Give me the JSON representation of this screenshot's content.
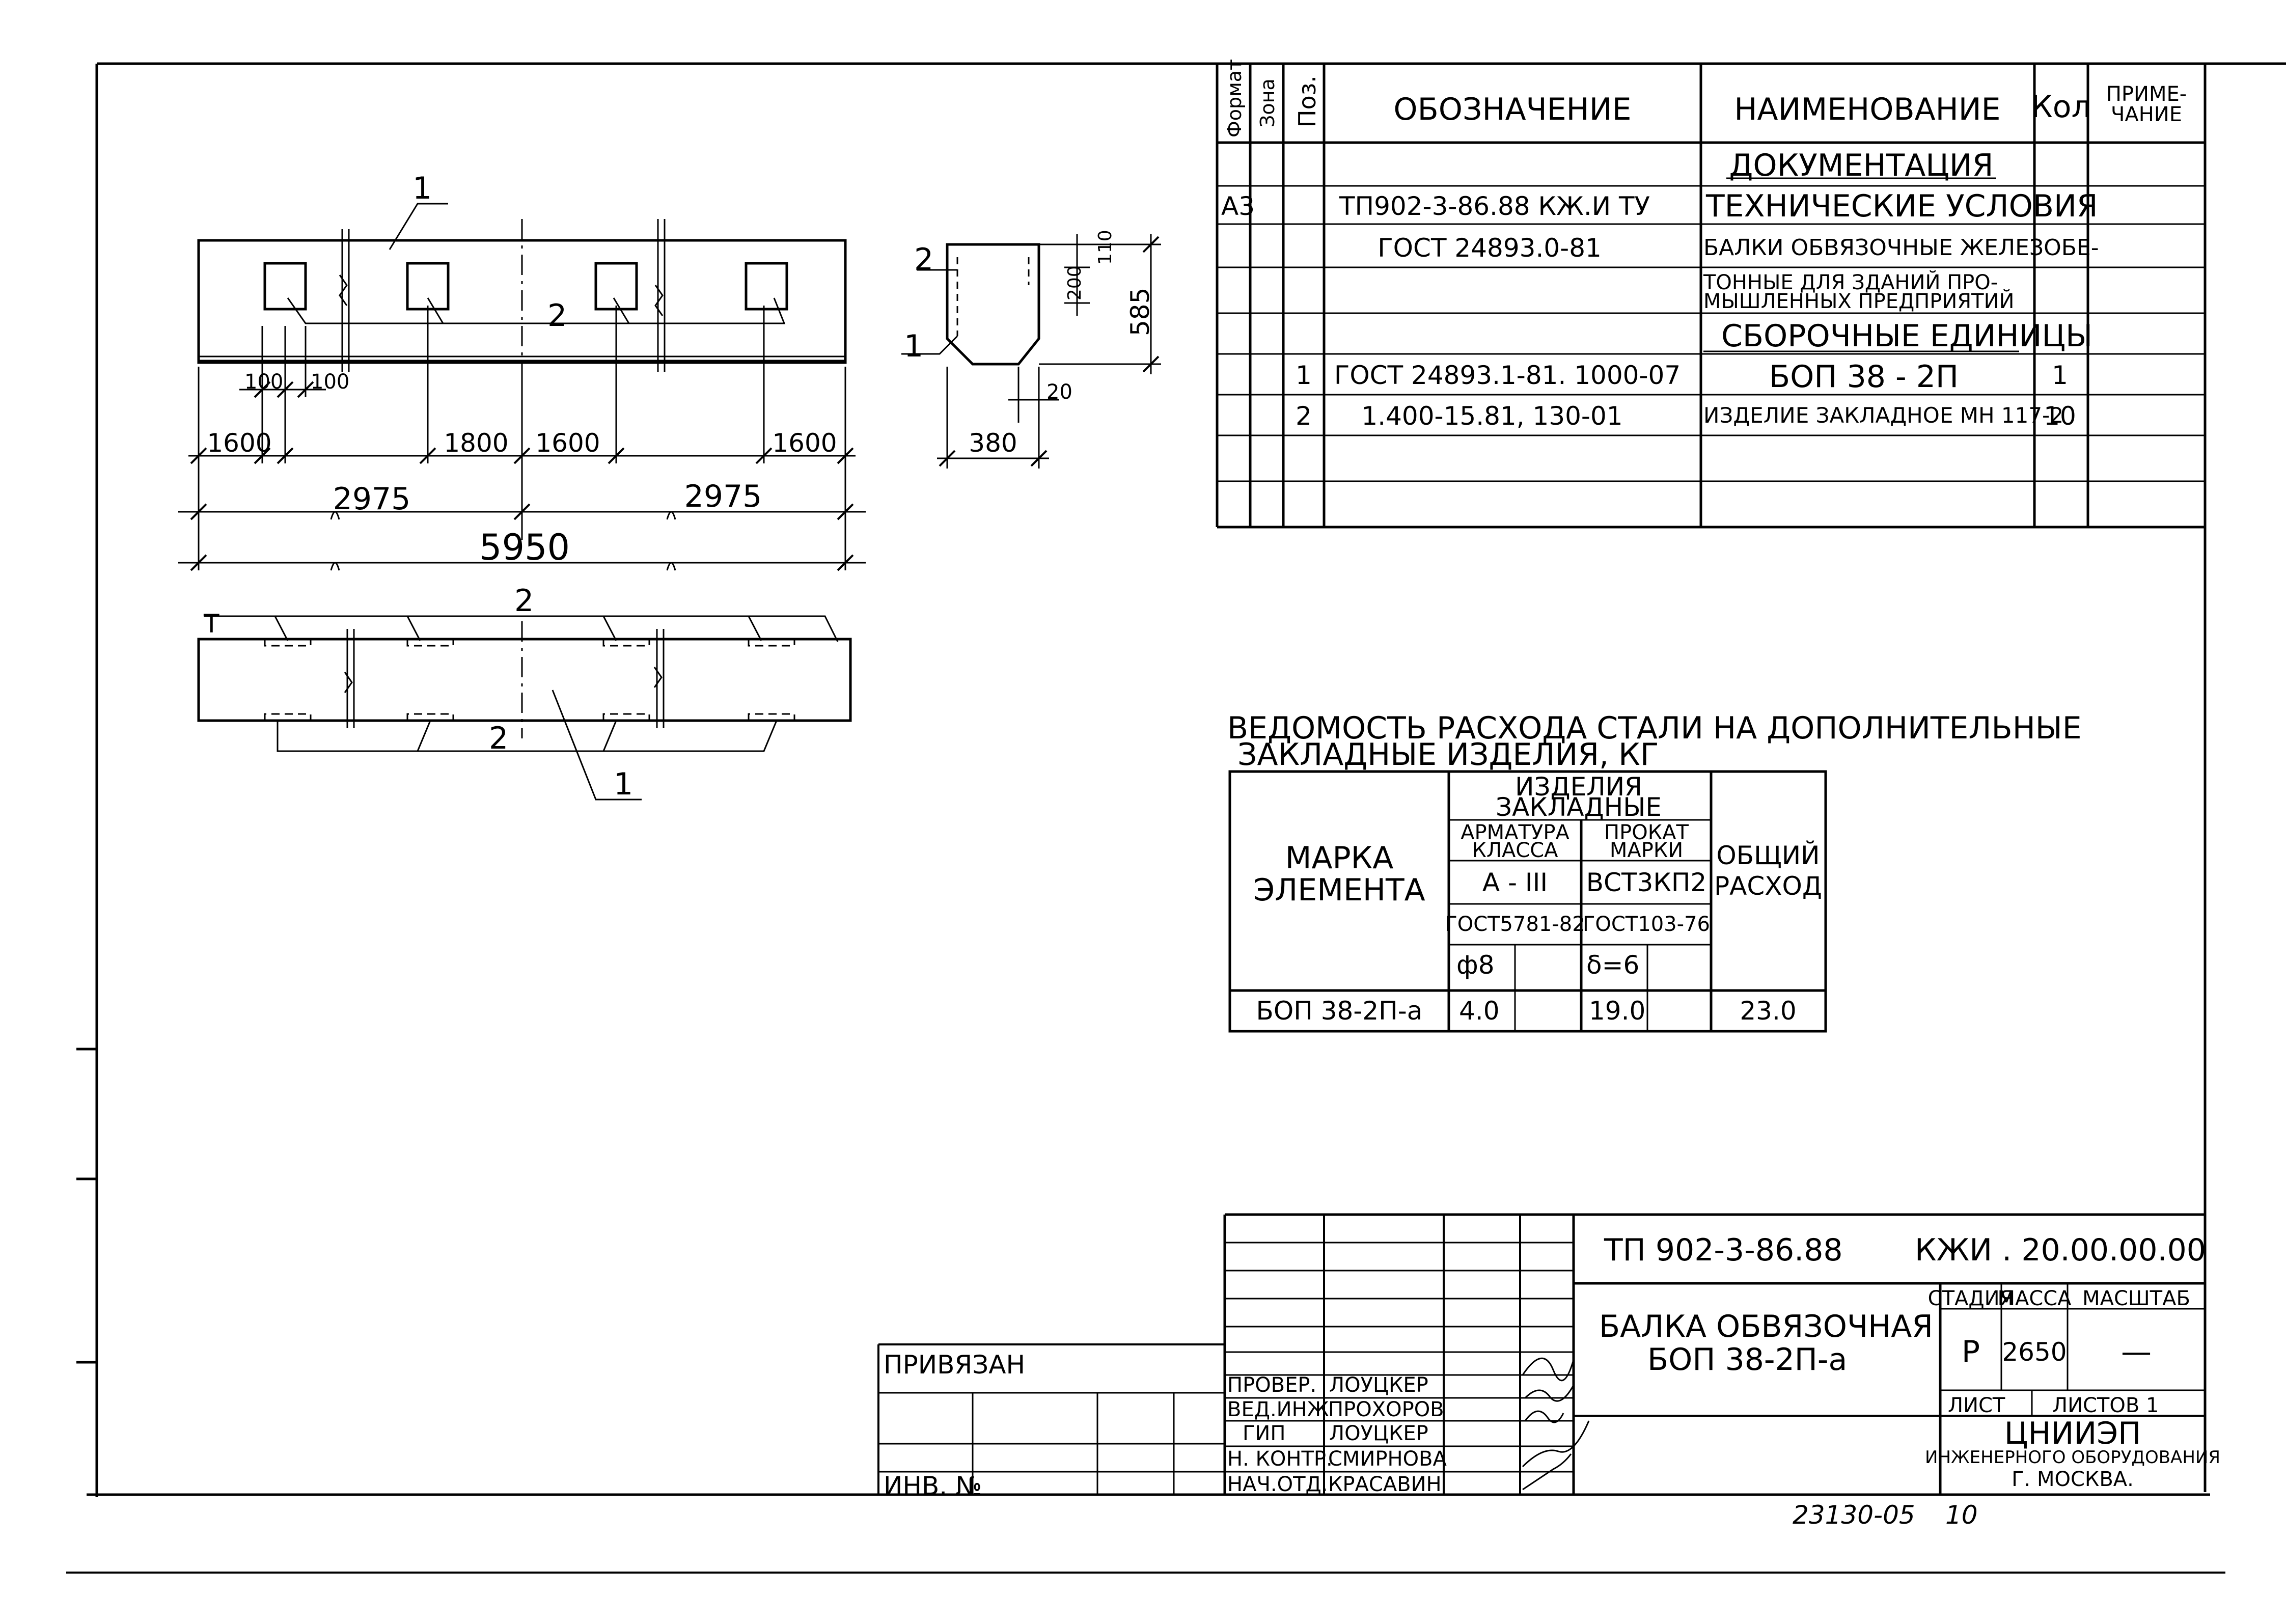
{
  "spec": {
    "headers": {
      "format": "Формат",
      "zone": "Зона",
      "pos": "Поз.",
      "designation": "ОБОЗНАЧЕНИЕ",
      "name": "НАИМЕНОВАНИЕ",
      "qty": "Кол",
      "note_line1": "ПРИМЕ-",
      "note_line2": "ЧАНИЕ"
    },
    "rows": [
      {
        "format": "",
        "pos": "",
        "designation": "",
        "name": "ДОКУМЕНТАЦИЯ",
        "qty": ""
      },
      {
        "format": "А3",
        "pos": "",
        "designation": "ТП902-3-86.88  КЖ.И  ТУ",
        "name": "ТЕХНИЧЕСКИЕ УСЛОВИЯ",
        "qty": ""
      },
      {
        "format": "",
        "pos": "",
        "designation": "ГОСТ 24893.0-81",
        "name": "БАЛКИ ОБВЯЗОЧНЫЕ ЖЕЛЕЗОБЕ-",
        "qty": ""
      },
      {
        "format": "",
        "pos": "",
        "designation": "",
        "name": "ТОННЫЕ ДЛЯ ЗДАНИЙ ПРО-",
        "name2": "МЫШЛЕННЫХ ПРЕДПРИЯТИЙ",
        "qty": ""
      },
      {
        "format": "",
        "pos": "",
        "designation": "",
        "name": "СБОРОЧНЫЕ ЕДИНИЦЫ",
        "qty": ""
      },
      {
        "format": "",
        "pos": "1",
        "designation": "ГОСТ 24893.1-81. 1000-07",
        "name": "БОП 38 - 2П",
        "qty": "1"
      },
      {
        "format": "",
        "pos": "2",
        "designation": "1.400-15.81, 130-01",
        "name": "ИЗДЕЛИЕ ЗАКЛАДНОЕ МН 117-2",
        "qty": "10"
      }
    ]
  },
  "drawing": {
    "leader_1": "1",
    "leader_2": "2",
    "dim_100a": "100",
    "dim_100b": "100",
    "dim_1600a": "1600",
    "dim_1800": "1800",
    "dim_1600b": "1600",
    "dim_1600c": "1600",
    "dim_2975a": "2975",
    "dim_2975b": "2975",
    "dim_5950": "5950",
    "sec_110": "110",
    "sec_200": "200",
    "sec_585": "585",
    "sec_20": "20",
    "sec_380": "380",
    "plan_T": "Т"
  },
  "steel": {
    "title_line1": "ВЕДОМОСТЬ РАСХОДА СТАЛИ НА ДОПОЛНИТЕЛЬНЫЕ",
    "title_line2": "ЗАКЛАДНЫЕ   ИЗДЕЛИЯ, КГ",
    "mark_line1": "МАРКА",
    "mark_line2": "ЭЛЕМЕНТА",
    "group_line1": "ИЗДЕЛИЯ",
    "group_line2": "ЗАКЛАДНЫЕ",
    "arm_line1": "АРМАТУРА",
    "arm_line2": "КЛАССА",
    "prok_line1": "ПРОКАТ",
    "prok_line2": "МАРКИ",
    "arm_class": "А - III",
    "prok_mark": "ВСТ3КП2",
    "arm_gost": "ГОСТ5781-82",
    "prok_gost": "ГОСТ103-76",
    "arm_dia": "ф8",
    "prok_thk": "δ=6",
    "total_line1": "ОБЩИЙ",
    "total_line2": "РАСХОД",
    "row_mark": "БОП 38-2П-а",
    "row_arm": "4.0",
    "row_prok": "19.0",
    "row_total": "23.0"
  },
  "stamp": {
    "code_left": "ТП 902-3-86.88",
    "code_right": "КЖИ . 20.00.00.00",
    "title_line1": "БАЛКА  ОБВЯЗОЧНАЯ",
    "title_line2": "БОП 38-2П-а",
    "stage_label": "СТАДИЯ",
    "mass_label": "МАССА",
    "scale_label": "МАСШТАБ",
    "stage": "Р",
    "mass": "2650",
    "scale": "—",
    "sheet_label": "ЛИСТ",
    "sheets_label": "ЛИСТОВ 1",
    "org_line1": "ЦНИИЭП",
    "org_line2": "ИНЖЕНЕРНОГО ОБОРУДОВАНИЯ",
    "org_line3": "Г. МОСКВА.",
    "privyazan": "ПРИВЯЗАН",
    "inv": "ИНВ. №",
    "people": [
      {
        "role": "ПРОВЕР.",
        "name": "ЛОУЦКЕР"
      },
      {
        "role": "ВЕД.ИНЖ",
        "name": "ПРОХОРОВ"
      },
      {
        "role": "ГИП",
        "name": "ЛОУЦКЕР"
      },
      {
        "role": "Н. КОНТР.",
        "name": "СМИРНОВА"
      },
      {
        "role": "НАЧ.ОТД.",
        "name": "КРАСАВИН"
      }
    ],
    "footer_num": "23130-05",
    "footer_sheet": "10"
  }
}
